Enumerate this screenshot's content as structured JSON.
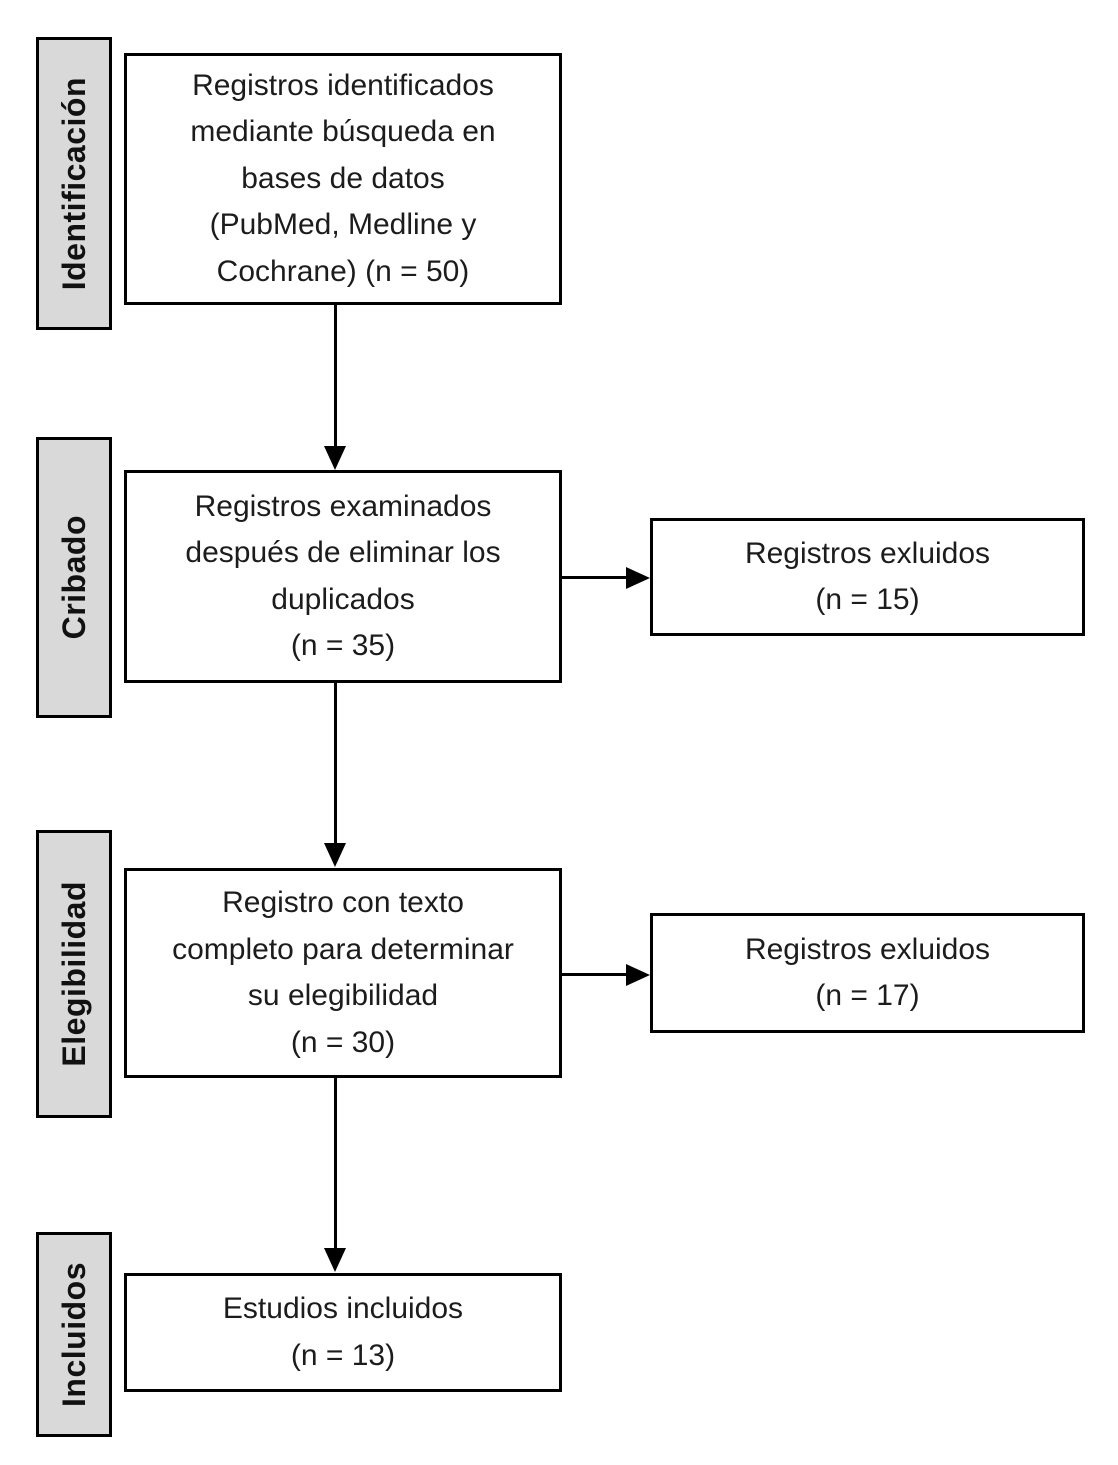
{
  "diagram": {
    "title_semantic": "PRISMA flow diagram (Spanish)",
    "stages": [
      {
        "label": "Identificación"
      },
      {
        "label": "Cribado"
      },
      {
        "label": "Elegibilidad"
      },
      {
        "label": "Incluidos"
      }
    ],
    "boxes": {
      "identified": {
        "text": "Registros identificados\nmediante búsqueda en\nbases de datos\n(PubMed, Medline y\nCochrane) (n = 50)",
        "n": 50
      },
      "screened": {
        "text": "Registros examinados\ndespués de eliminar los\nduplicados\n(n = 35)",
        "n": 35
      },
      "excluded_screening": {
        "text": "Registros exluidos\n(n = 15)",
        "n": 15
      },
      "fulltext": {
        "text": "Registro con texto\ncompleto para determinar\nsu elegibilidad\n(n = 30)",
        "n": 30
      },
      "excluded_eligibility": {
        "text": "Registros exluidos\n(n = 17)",
        "n": 17
      },
      "included": {
        "text": "Estudios incluidos\n(n = 13)",
        "n": 13
      }
    }
  },
  "colors": {
    "stage_fill": "#d9d9d9",
    "box_fill": "#ffffff",
    "border": "#000000"
  }
}
